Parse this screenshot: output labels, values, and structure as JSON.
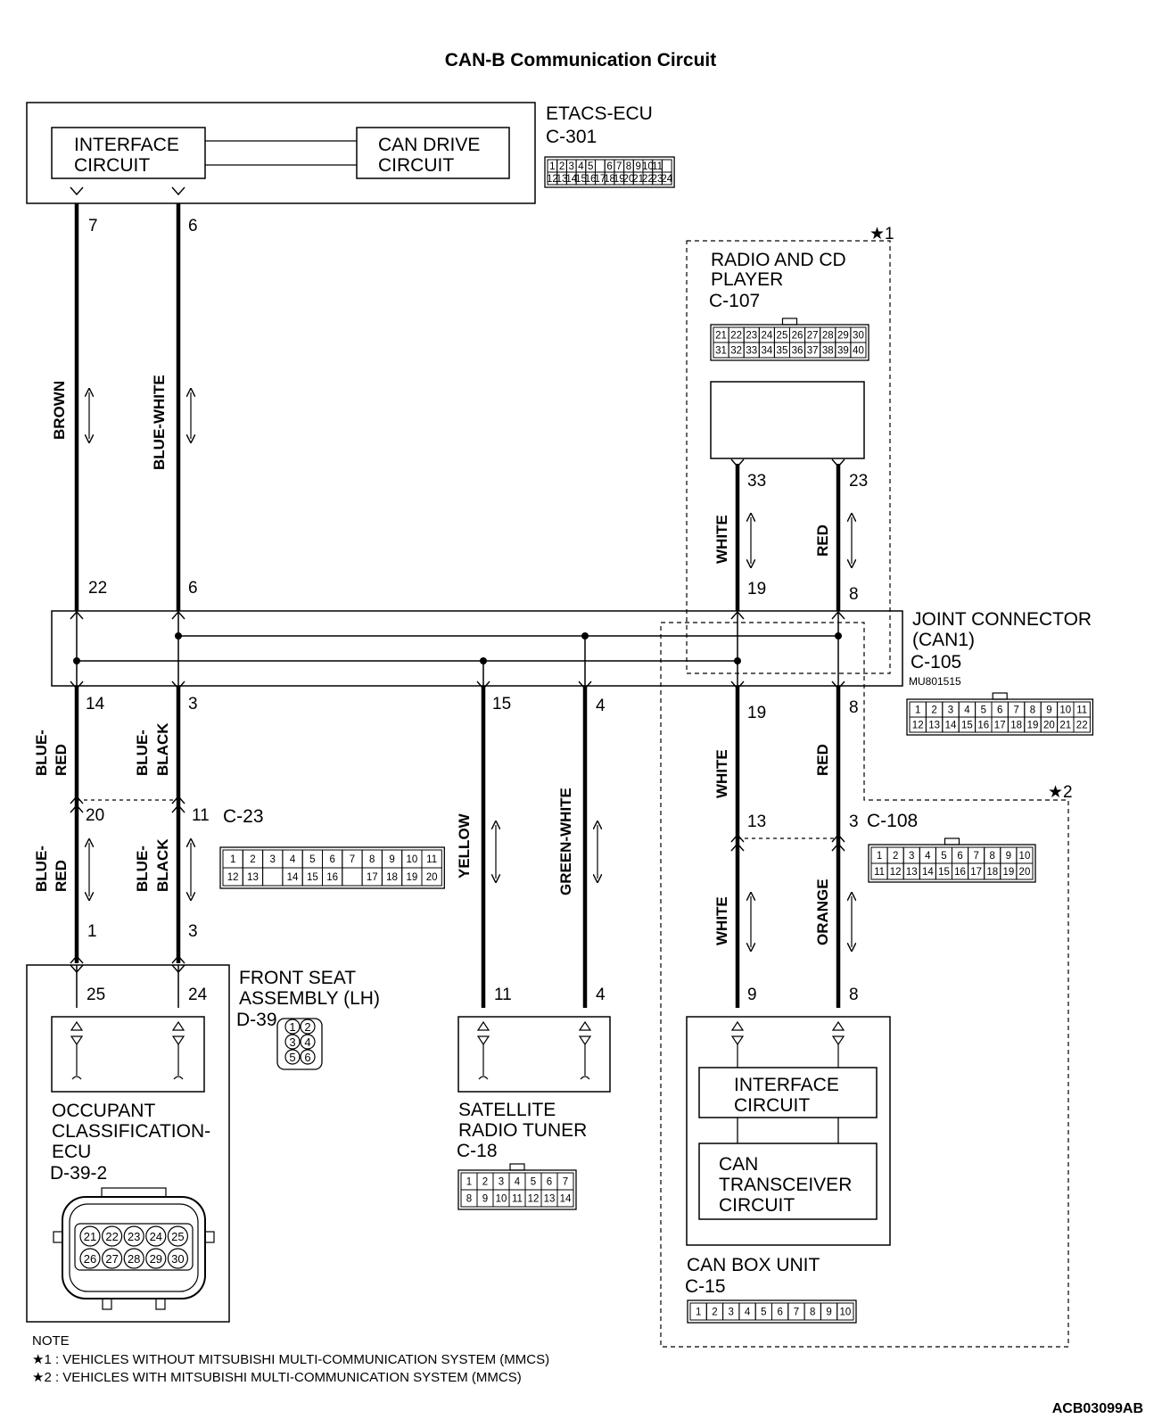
{
  "title": "CAN-B Communication Circuit",
  "etacs": {
    "name": "ETACS-ECU",
    "connector": "C-301",
    "interface_line1": "INTERFACE",
    "interface_line2": "CIRCUIT",
    "candrive_line1": "CAN DRIVE",
    "candrive_line2": "CIRCUIT",
    "pins_top": [
      "1",
      "2",
      "3",
      "4",
      "5",
      "",
      "6",
      "7",
      "8",
      "9",
      "10",
      "11"
    ],
    "pins_bottom": [
      "12",
      "13",
      "14",
      "15",
      "16",
      "17",
      "18",
      "19",
      "20",
      "21",
      "22",
      "23",
      "24"
    ],
    "pin_a": "7",
    "pin_b": "6"
  },
  "radio": {
    "star": "★1",
    "name_line1": "RADIO AND CD",
    "name_line2": "PLAYER",
    "connector": "C-107",
    "pins_top": [
      "21",
      "22",
      "23",
      "24",
      "25",
      "26",
      "27",
      "28",
      "29",
      "30"
    ],
    "pins_bottom": [
      "31",
      "32",
      "33",
      "34",
      "35",
      "36",
      "37",
      "38",
      "39",
      "40"
    ],
    "pin_a": "33",
    "pin_b": "23"
  },
  "joint": {
    "name_line1": "JOINT CONNECTOR",
    "name_line2": "(CAN1)",
    "connector": "C-105",
    "part_no": "MU801515",
    "pins_top": [
      "1",
      "2",
      "3",
      "4",
      "5",
      "6",
      "7",
      "8",
      "9",
      "10",
      "11"
    ],
    "pins_bottom": [
      "12",
      "13",
      "14",
      "15",
      "16",
      "17",
      "18",
      "19",
      "20",
      "21",
      "22"
    ],
    "pin_22": "22",
    "pin_6": "6",
    "pin_19_top": "19",
    "pin_8_top": "8",
    "pin_14": "14",
    "pin_3": "3",
    "pin_15": "15",
    "pin_4": "4",
    "pin_19_bot": "19",
    "pin_8_bot": "8"
  },
  "c23": {
    "connector": "C-23",
    "pin_a": "20",
    "pin_b": "11",
    "pins_top": [
      "1",
      "2",
      "3",
      "4",
      "5",
      "6",
      "7",
      "8",
      "9",
      "10",
      "11"
    ],
    "pins_bottom": [
      "12",
      "13",
      "14",
      "15",
      "16",
      "17",
      "18",
      "19",
      "20"
    ]
  },
  "c108": {
    "star": "★2",
    "connector": "C-108",
    "pin_a": "13",
    "pin_b": "3",
    "pins_top": [
      "1",
      "2",
      "3",
      "4",
      "5",
      "6",
      "7",
      "8",
      "9",
      "10"
    ],
    "pins_bottom": [
      "11",
      "12",
      "13",
      "14",
      "15",
      "16",
      "17",
      "18",
      "19",
      "20"
    ]
  },
  "seat": {
    "name_line1": "FRONT SEAT",
    "name_line2": "ASSEMBLY (LH)",
    "connector": "D-39",
    "pins": [
      "1",
      "2",
      "3",
      "4",
      "5",
      "6"
    ],
    "pin_1": "1",
    "pin_3": "3",
    "pin_25": "25",
    "pin_24": "24"
  },
  "occupant": {
    "line1": "OCCUPANT",
    "line2": "CLASSIFICATION-",
    "line3": "ECU",
    "connector": "D-39-2",
    "pins_top": [
      "21",
      "22",
      "23",
      "24",
      "25"
    ],
    "pins_bottom": [
      "26",
      "27",
      "28",
      "29",
      "30"
    ]
  },
  "satellite": {
    "line1": "SATELLITE",
    "line2": "RADIO TUNER",
    "connector": "C-18",
    "pins_top": [
      "1",
      "2",
      "3",
      "4",
      "5",
      "6",
      "7"
    ],
    "pins_bottom": [
      "8",
      "9",
      "10",
      "11",
      "12",
      "13",
      "14"
    ],
    "pin_a": "11",
    "pin_b": "4"
  },
  "canbox": {
    "name": "CAN BOX UNIT",
    "connector": "C-15",
    "interface_line1": "INTERFACE",
    "interface_line2": "CIRCUIT",
    "trans_line1": "CAN",
    "trans_line2": "TRANSCEIVER",
    "trans_line3": "CIRCUIT",
    "pins": [
      "1",
      "2",
      "3",
      "4",
      "5",
      "6",
      "7",
      "8",
      "9",
      "10"
    ],
    "pin_a": "9",
    "pin_b": "8"
  },
  "wires": {
    "brown": "BROWN",
    "blue_white": "BLUE-WHITE",
    "white": "WHITE",
    "red": "RED",
    "blue_red_1": "BLUE-",
    "blue_red_2": "RED",
    "blue_black_1": "BLUE-",
    "blue_black_2": "BLACK",
    "yellow": "YELLOW",
    "green_white": "GREEN-WHITE",
    "orange": "ORANGE"
  },
  "notes": {
    "heading": "NOTE",
    "n1": "★1 : VEHICLES WITHOUT MITSUBISHI MULTI-COMMUNICATION SYSTEM (MMCS)",
    "n2": "★2 : VEHICLES WITH MITSUBISHI MULTI-COMMUNICATION SYSTEM (MMCS)"
  },
  "figure_id": "ACB03099AB"
}
